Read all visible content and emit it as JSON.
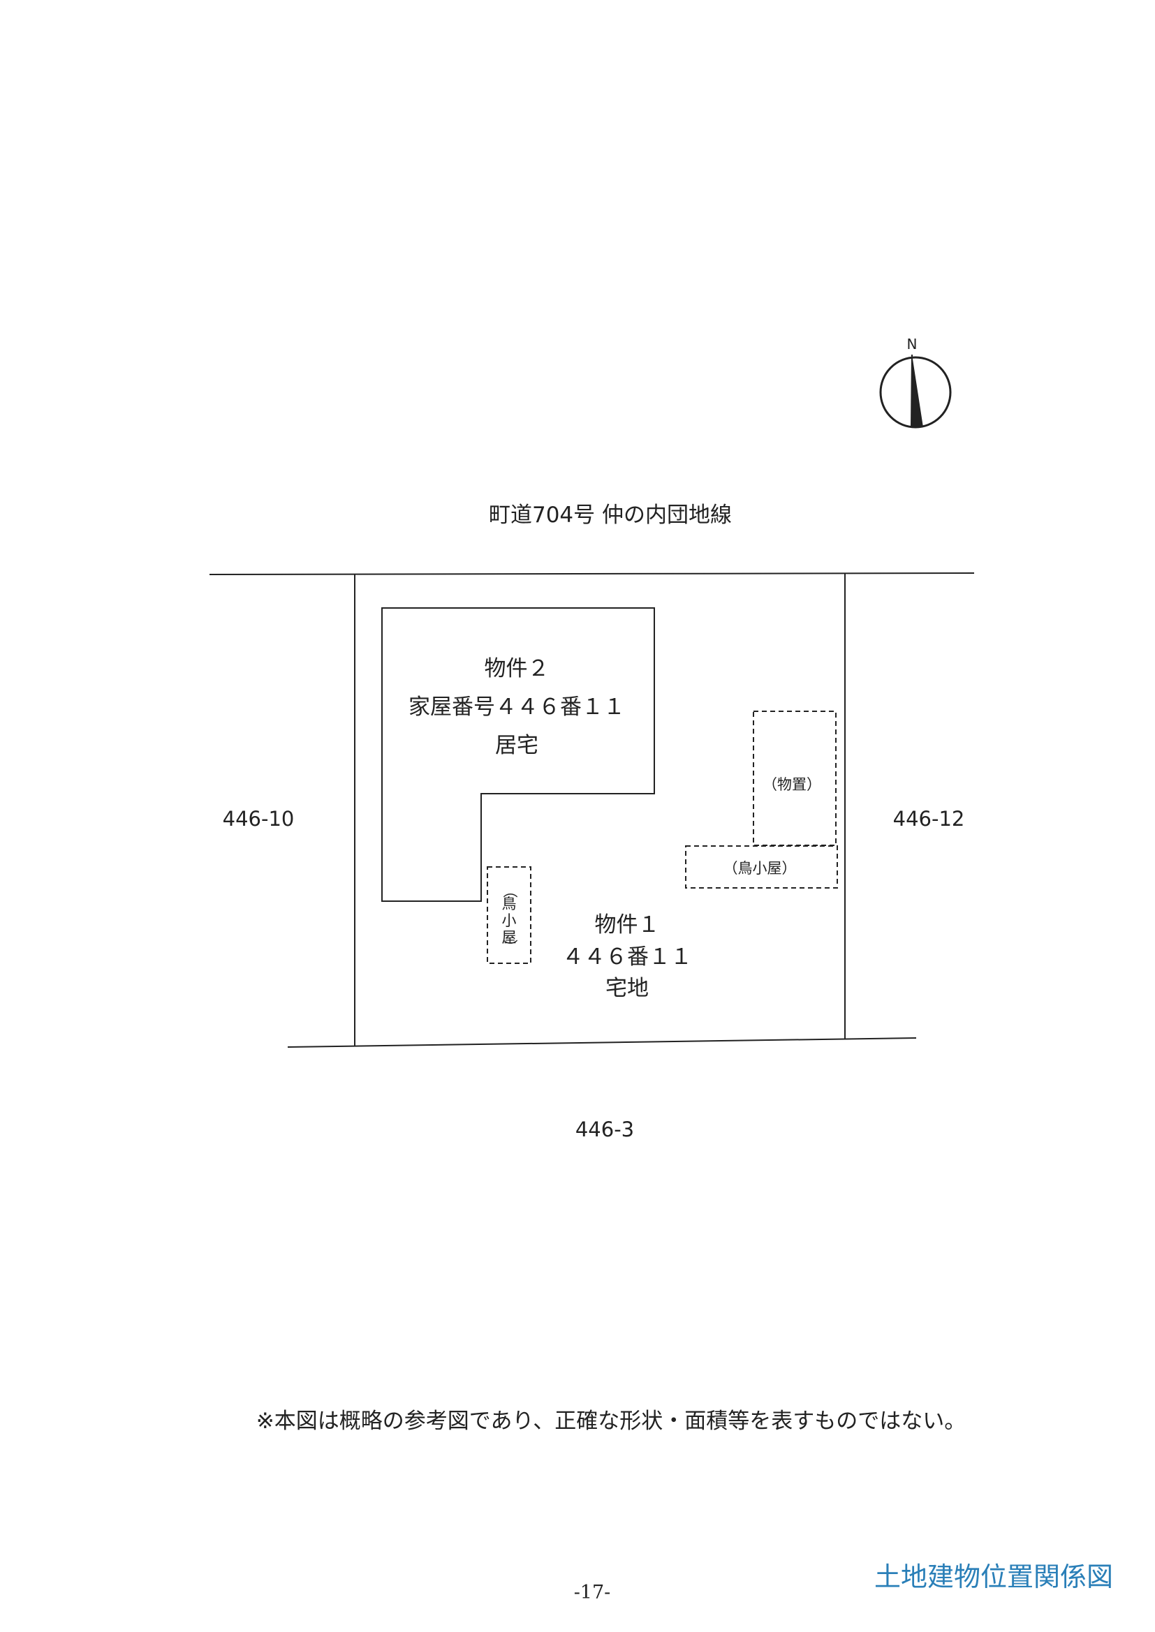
{
  "compass": {
    "north_label": "N"
  },
  "road_label": "町道704号 仲の内団地線",
  "parcels": {
    "left": "446-10",
    "right": "446-12",
    "bottom": "446-3"
  },
  "building2": {
    "line1": "物件２",
    "line2": "家屋番号４４６番１１",
    "line3": "居宅"
  },
  "property1": {
    "line1": "物件１",
    "line2": "４４６番１１",
    "line3": "宅地"
  },
  "storage_label": "（物置）",
  "henhouse_right_label": "（鳥小屋）",
  "henhouse_left_label": [
    "（",
    "鳥",
    "小",
    "屋",
    "）"
  ],
  "disclaimer": "※本図は概略の参考図であり、正確な形状・面積等を表すものではない。",
  "page_number": "-17-",
  "doc_title": "土地建物位置関係図",
  "colors": {
    "title": "#2a7fb8",
    "lines": "#222222"
  }
}
